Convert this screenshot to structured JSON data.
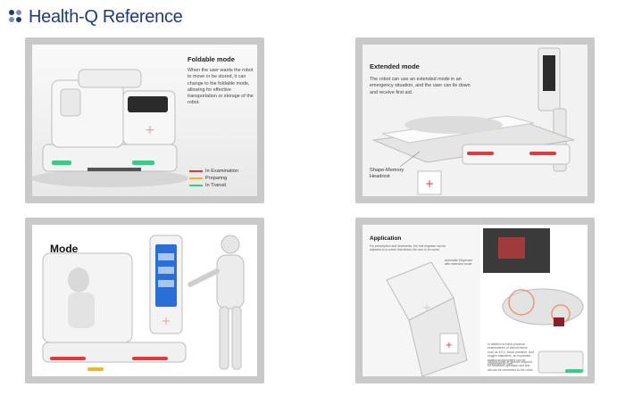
{
  "header": {
    "title": "Health-Q Reference"
  },
  "colors": {
    "brand": "#1f3c7a",
    "accent_red": "#e23a3a",
    "status_red": "#d63a3a",
    "status_yellow": "#f0b429",
    "status_green": "#3ec98a",
    "frame_gray": "#cfcfcf"
  },
  "cards": {
    "foldable": {
      "title": "Foldable mode",
      "description": "When the user wants the robot to move or be stored, it can change to the foldable mode, allowing for effective transportation or storage of the robot.",
      "legend": [
        {
          "label": "In Examination",
          "color": "#d63a3a"
        },
        {
          "label": "Preparing",
          "color": "#f0b429"
        },
        {
          "label": "In Transit",
          "color": "#3ec98a"
        }
      ]
    },
    "extended": {
      "title": "Extended mode",
      "description": "The robot can use an extended mode in an emergency situation, and the user can lie down and receive first aid.",
      "callout": "Shape-Memory Headrest"
    },
    "mode": {
      "title": "Mode"
    },
    "application": {
      "title": "Application",
      "note_top": "For prescription and treatments, the real negative can be adjusted to a corner that allows the user to be cured.",
      "note_mid": "Automatic Dispenser with extended mode",
      "note_bottom": "In addition to basic physical examinations of various items such as ECG, blood pressure, and oxygen saturation, an expanded additional equipment can be connected for care.",
      "note_bottom2": "Various types of devices required for treatment operation and first aid can be connected to the robot."
    }
  }
}
